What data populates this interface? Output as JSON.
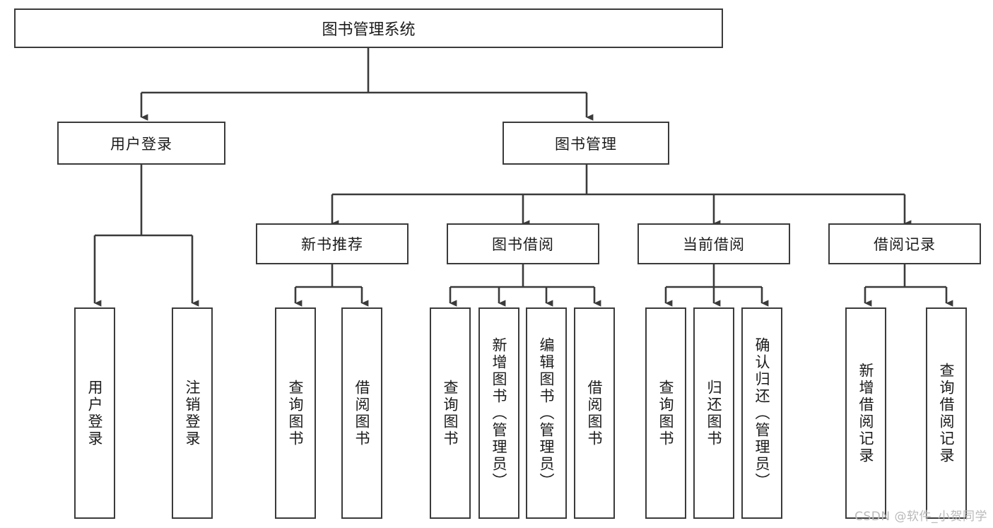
{
  "diagram": {
    "title": "图书管理系统",
    "root": {
      "label": "图书管理系统"
    },
    "level2": [
      {
        "label": "用户登录"
      },
      {
        "label": "图书管理"
      }
    ],
    "level3": [
      {
        "label": "新书推荐"
      },
      {
        "label": "图书借阅"
      },
      {
        "label": "当前借阅"
      },
      {
        "label": "借阅记录"
      }
    ],
    "leaves": [
      {
        "label": "用户登录",
        "parent": "用户登录"
      },
      {
        "label": "注销登录",
        "parent": "用户登录"
      },
      {
        "label": "查询图书",
        "parent": "新书推荐"
      },
      {
        "label": "借阅图书",
        "parent": "新书推荐"
      },
      {
        "label": "查询图书",
        "parent": "图书借阅"
      },
      {
        "label": "新增图书（管理员）",
        "parent": "图书借阅"
      },
      {
        "label": "编辑图书（管理员）",
        "parent": "图书借阅"
      },
      {
        "label": "借阅图书",
        "parent": "图书借阅"
      },
      {
        "label": "查询图书",
        "parent": "当前借阅"
      },
      {
        "label": "归还图书",
        "parent": "当前借阅"
      },
      {
        "label": "确认归还（管理员）",
        "parent": "当前借阅"
      },
      {
        "label": "新增借阅记录",
        "parent": "借阅记录"
      },
      {
        "label": "查询借阅记录",
        "parent": "借阅记录"
      }
    ],
    "watermark": "CSDN @软件_小贺同学",
    "colors": {
      "stroke": "#3b3b3b",
      "fill": "#ffffff",
      "text": "#1b1b1b",
      "watermark": "#b9b9b9"
    }
  }
}
